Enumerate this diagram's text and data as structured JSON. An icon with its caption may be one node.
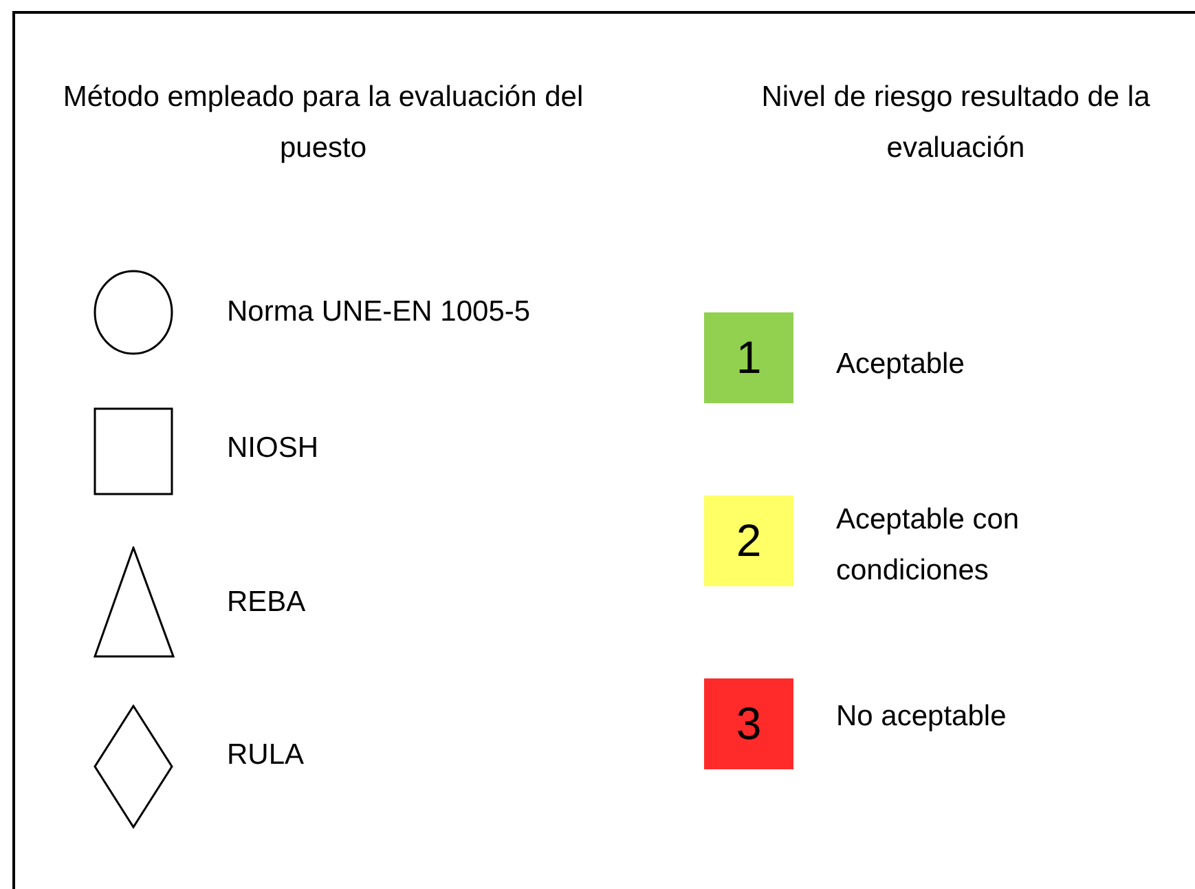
{
  "diagram": {
    "labels": [
      "Método empleado para la evaluación del puesto",
      "Nivel de riesgo resultado de la evaluación",
      "1",
      "2",
      "3"
    ],
    "legend": [
      {
        "text": "Norma UNE-EN 1005-5"
      },
      {
        "text": "NIOSH"
      },
      {
        "text": "REBA"
      },
      {
        "text": "RULA"
      },
      {
        "text": "Aceptable",
        "color": "#92d050"
      },
      {
        "text": "Aceptable con condiciones",
        "color": "#ffff66"
      },
      {
        "text": "No aceptable",
        "color": "#ff2a2a"
      }
    ]
  }
}
